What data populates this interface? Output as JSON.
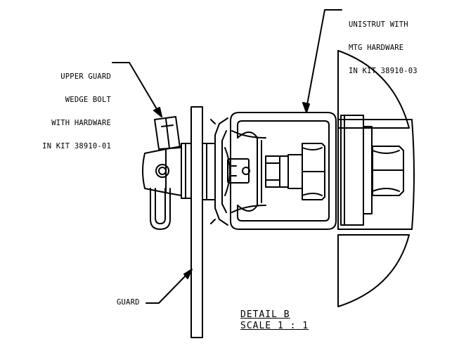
{
  "labels": {
    "unistrut": [
      "UNISTRUT WITH",
      "MTG HARDWARE",
      "IN KIT 38910-03"
    ],
    "wedge_bolt": [
      "UPPER GUARD",
      "WEDGE BOLT",
      "WITH HARDWARE",
      "IN KIT 38910-01"
    ],
    "guard": "GUARD",
    "detail_title": "DETAIL B",
    "detail_scale": "SCALE 1 : 1"
  }
}
